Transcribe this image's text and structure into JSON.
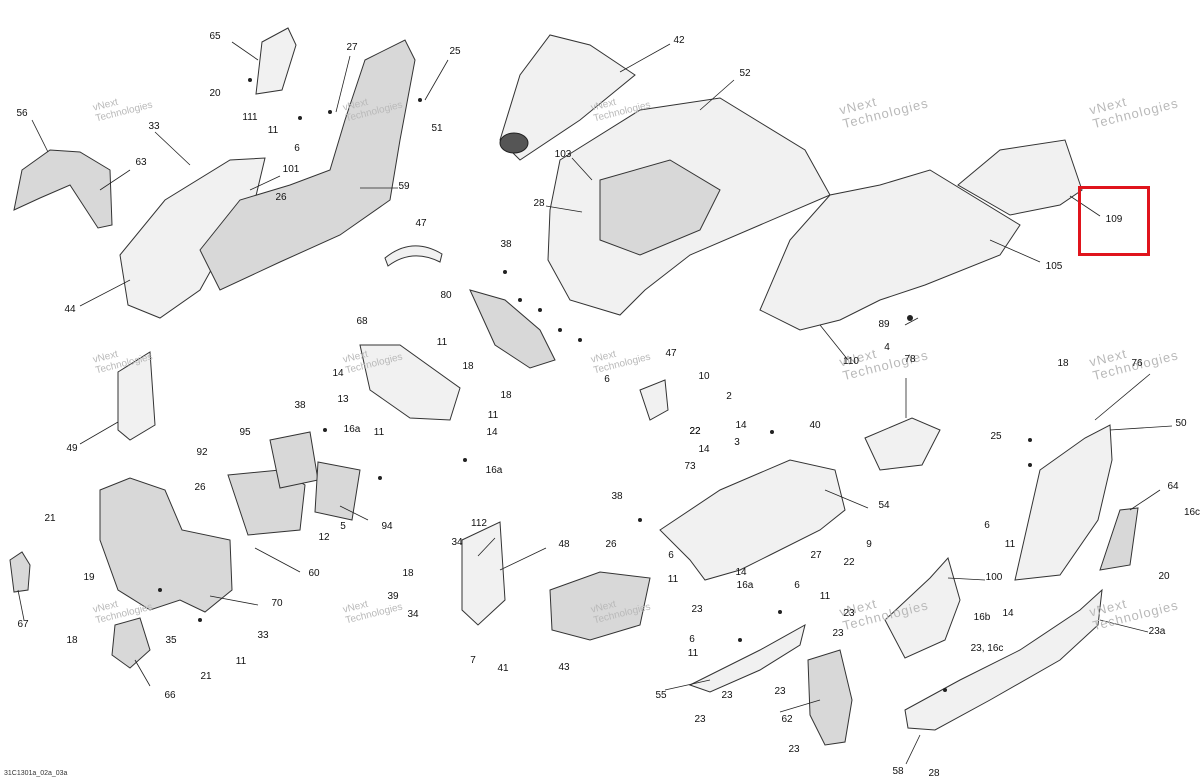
{
  "diagram": {
    "footer_code": "31C1301a_02a_03a",
    "watermark": {
      "line1": "vNext",
      "line2": "Technologies"
    },
    "highlighted_callout": "109",
    "callouts": [
      "65",
      "27",
      "25",
      "42",
      "52",
      "56",
      "33",
      "20",
      "111",
      "51",
      "63",
      "11",
      "6",
      "101",
      "103",
      "26",
      "59",
      "28",
      "44",
      "47",
      "38",
      "80",
      "109",
      "105",
      "68",
      "11",
      "14",
      "18",
      "13",
      "18",
      "11",
      "16a",
      "11",
      "14",
      "16a",
      "47",
      "6",
      "10",
      "2",
      "22",
      "78",
      "89",
      "4",
      "110",
      "49",
      "38",
      "95",
      "92",
      "73",
      "14",
      "14",
      "3",
      "40",
      "22",
      "18",
      "76",
      "25",
      "50",
      "38",
      "26",
      "54",
      "9",
      "22",
      "21",
      "26",
      "5",
      "94",
      "12",
      "60",
      "112",
      "34",
      "48",
      "18",
      "39",
      "34",
      "7",
      "41",
      "43",
      "19",
      "70",
      "67",
      "18",
      "35",
      "33",
      "21",
      "11",
      "66",
      "27",
      "6",
      "11",
      "23",
      "14",
      "16a",
      "23",
      "6",
      "11",
      "55",
      "23",
      "23",
      "23",
      "62",
      "23",
      "6",
      "11",
      "23",
      "64",
      "16c",
      "6",
      "11",
      "20",
      "100",
      "16b",
      "14",
      "23, 16c",
      "23a",
      "58",
      "28"
    ]
  }
}
